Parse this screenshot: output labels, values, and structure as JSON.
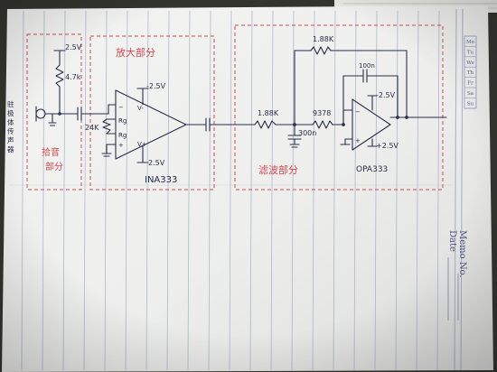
{
  "photo": {
    "subject": "handwritten circuit sketch on a lined memo pad",
    "ink_color": "#2a2f4a",
    "red_ink_color": "#d0494f",
    "paper_color": "#f1f1f0",
    "line_color": "#9aa4cf"
  },
  "memo_header": {
    "weekdays": [
      "Mo",
      "Tu",
      "We",
      "Th",
      "Fr",
      "Sa",
      "Su"
    ],
    "memo_no_label": "Memo No.",
    "date_label": "Date"
  },
  "sections": {
    "pickup": {
      "mic_caption": [
        "驻",
        "极",
        "体",
        "传",
        "声",
        "器"
      ],
      "red_title": [
        "拾音",
        "部分"
      ]
    },
    "amp": {
      "red_title": "放大部分",
      "pullup_voltage": "2.5V",
      "pullup_resistor": "4.7k",
      "supply_neg": "-2.5V",
      "supply_pos": "2.5V",
      "pin_minus": "V-",
      "pin_plus": "V+",
      "rg_pin_1": "Rg",
      "rg_pin_2": "Rg",
      "gain_resistor": "24K",
      "part_number": "INA333"
    },
    "filter": {
      "red_title": "滤波部分",
      "series_resistor_1": "1.88K",
      "series_resistor_2": "9378",
      "feedback_resistor": "1.88K",
      "ground_cap": "300n",
      "feedback_cap": "100n",
      "supply_neg": "-2.5V",
      "supply_pos": "+2.5V",
      "part_number": "OPA333"
    }
  }
}
